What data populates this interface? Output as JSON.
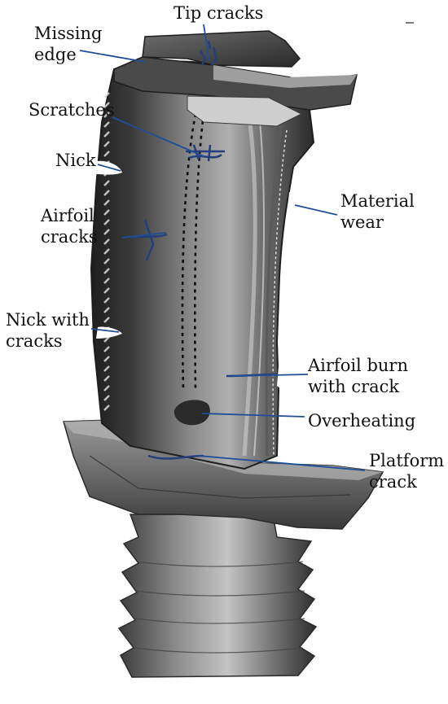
{
  "labels": {
    "tip_cracks": "Tip cracks",
    "missing_edge": [
      "Missing",
      "edge"
    ],
    "scratches": "Scratches",
    "nick": "Nick",
    "material_wear": [
      "Material",
      "wear"
    ],
    "airfoil_cracks": [
      "Airfoil",
      "cracks"
    ],
    "nick_with_cracks": [
      "Nick with",
      "cracks"
    ],
    "airfoil_burn": [
      "Airfoil burn",
      "with crack"
    ],
    "overheating": "Overheating",
    "platform_crack": [
      "Platform",
      "crack"
    ]
  },
  "colors": {
    "leader": "#1f4e96",
    "defect": "#243f7a",
    "metal_dark": "#2a2a2a",
    "metal_mid": "#6a6a6a",
    "metal_light": "#bdbdbd"
  }
}
